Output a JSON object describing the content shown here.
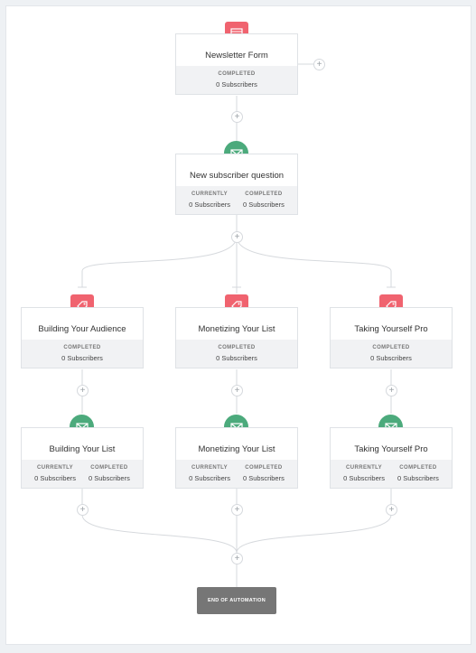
{
  "nodes": {
    "newsletter_form": {
      "title": "Newsletter Form",
      "completed_label": "COMPLETED",
      "completed_value": "0 Subscribers"
    },
    "new_subscriber_question": {
      "title": "New subscriber question",
      "currently_label": "CURRENTLY",
      "currently_value": "0 Subscribers",
      "completed_label": "COMPLETED",
      "completed_value": "0 Subscribers"
    },
    "building_audience": {
      "title": "Building Your Audience",
      "completed_label": "COMPLETED",
      "completed_value": "0 Subscribers"
    },
    "monetizing_list_tag": {
      "title": "Monetizing Your List",
      "completed_label": "COMPLETED",
      "completed_value": "0 Subscribers"
    },
    "taking_pro_tag": {
      "title": "Taking Yourself Pro",
      "completed_label": "COMPLETED",
      "completed_value": "0 Subscribers"
    },
    "building_list": {
      "title": "Building Your List",
      "currently_label": "CURRENTLY",
      "currently_value": "0 Subscribers",
      "completed_label": "COMPLETED",
      "completed_value": "0 Subscribers"
    },
    "monetizing_list_mail": {
      "title": "Monetizing Your List",
      "currently_label": "CURRENTLY",
      "currently_value": "0 Subscribers",
      "completed_label": "COMPLETED",
      "completed_value": "0 Subscribers"
    },
    "taking_pro_mail": {
      "title": "Taking Yourself Pro",
      "currently_label": "CURRENTLY",
      "currently_value": "0 Subscribers",
      "completed_label": "COMPLETED",
      "completed_value": "0 Subscribers"
    }
  },
  "plus_symbol": "+",
  "end_label": "END OF AUTOMATION",
  "colors": {
    "form_badge": "#f0636f",
    "tag_badge": "#f0636f",
    "email_badge": "#4caa7c",
    "end_button": "#767676"
  },
  "icons": {
    "form": "form-icon",
    "tag": "tag-icon",
    "email": "envelope-icon",
    "add": "plus-icon"
  }
}
